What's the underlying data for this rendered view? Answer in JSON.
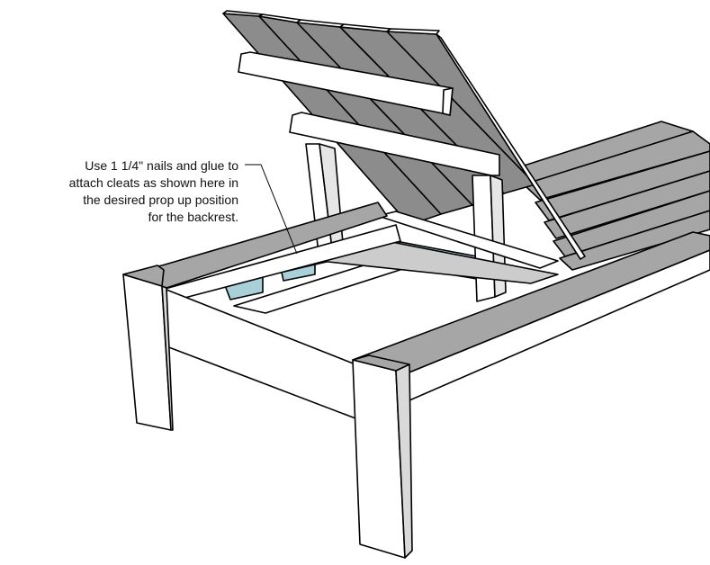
{
  "annotation": {
    "lines": [
      "Use 1 1/4\" nails and glue to",
      "attach cleats as shown here in",
      "the desired prop up position",
      "for the backrest."
    ]
  },
  "colors": {
    "wood_top": "#a6a6a6",
    "wood_side": "#ffffff",
    "wood_dark": "#7f7f7f",
    "cleat": "#a9cfd9",
    "outline": "#000000"
  }
}
